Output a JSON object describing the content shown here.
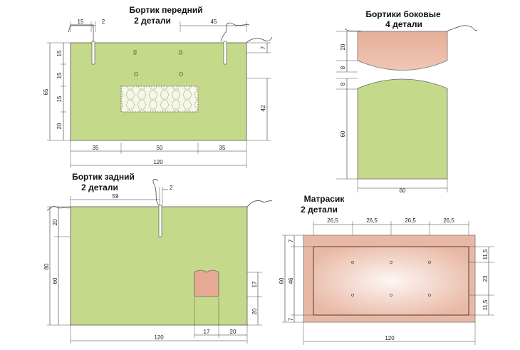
{
  "titles": {
    "front_line1": "Бортик передний",
    "front_line2": "2 детали",
    "side_line1": "Бортики боковые",
    "side_line2": "4 детали",
    "back_line1": "Бортик задний",
    "back_line2": "2 детали",
    "mattress_line1": "Матрасик",
    "mattress_line2": "2 детали"
  },
  "front_dims": {
    "top_15": "15",
    "top_2": "2",
    "top_45": "45",
    "left_15a": "15",
    "left_15b": "15",
    "left_15c": "15",
    "left_20": "20",
    "left_total": "65",
    "right_7": "7",
    "right_42": "42",
    "bottom_35a": "35",
    "bottom_50": "50",
    "bottom_35b": "35",
    "bottom_total": "120"
  },
  "side_dims": {
    "top_20": "20",
    "top_8": "8",
    "bottom_8": "8",
    "bottom_60": "60",
    "bottom_width": "60"
  },
  "back_dims": {
    "top_59": "59",
    "top_2": "2",
    "left_20": "20",
    "left_60": "60",
    "left_total": "80",
    "right_17": "17",
    "right_20": "20",
    "bottom_17": "17",
    "bottom_20": "20",
    "bottom_total": "120"
  },
  "mattress_dims": {
    "top_a": "26,5",
    "top_b": "26,5",
    "top_c": "26,5",
    "top_d": "26,5",
    "left_7a": "7",
    "left_46": "46",
    "left_7b": "7",
    "left_total": "60",
    "right_115a": "11,5",
    "right_23": "23",
    "right_115b": "11,5",
    "bottom_total": "120"
  },
  "colors": {
    "panel_green": "#c5d98a",
    "panel_pink": "#e8b09a",
    "mattress_light": "#fbeee8",
    "line": "#333333"
  }
}
